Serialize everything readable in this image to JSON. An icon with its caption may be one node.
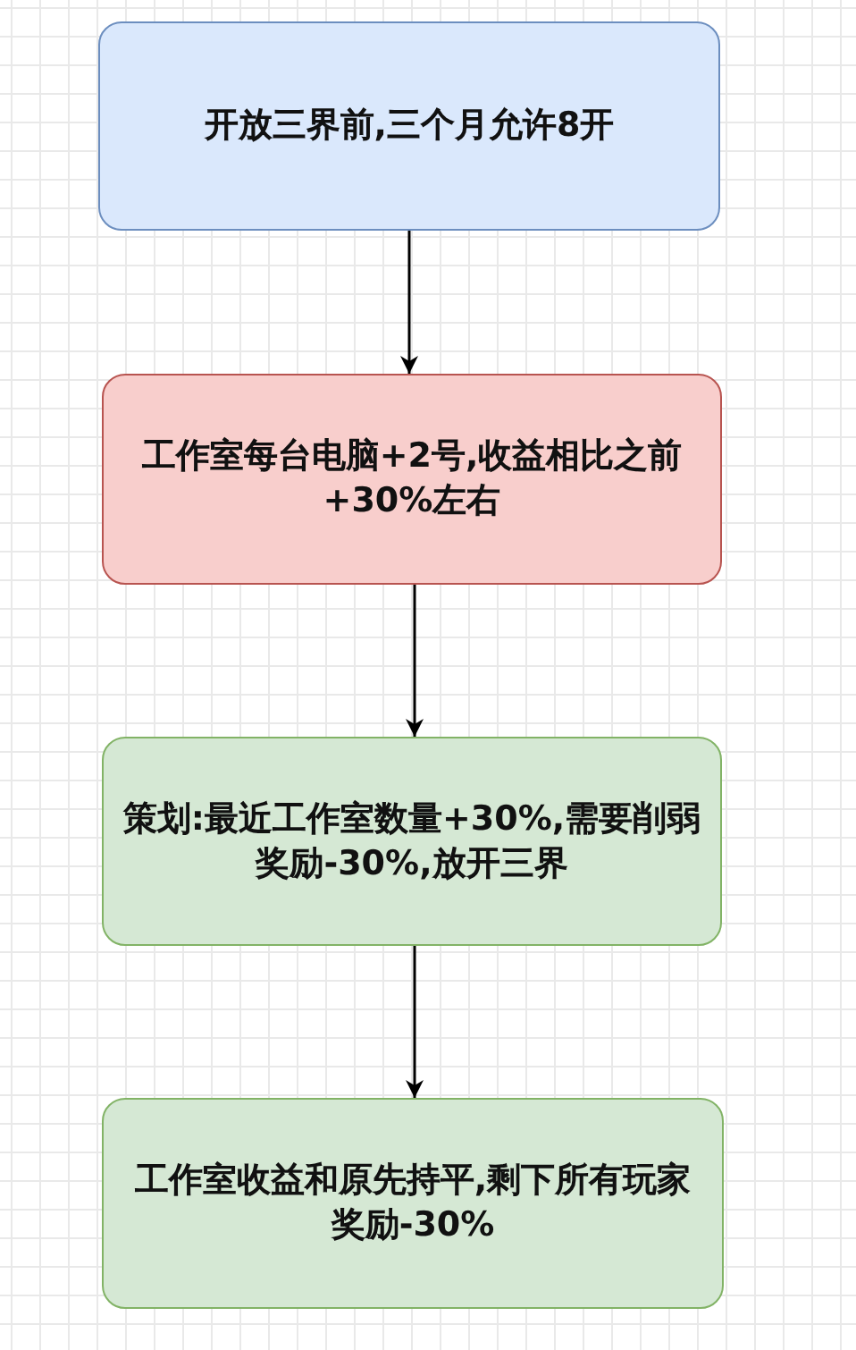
{
  "diagram": {
    "nodes": [
      {
        "text": [
          "开放三界前,三个月允许8开"
        ]
      },
      {
        "text": [
          "工作室每台电脑+2号,收益相比之前+30%左右"
        ]
      },
      {
        "text": [
          "策划:最近工作室数量+30%,需要削弱奖励-30%,放开三界"
        ]
      },
      {
        "text": [
          "工作室收益和原先持平,剩下所有玩家奖励-30%"
        ]
      }
    ],
    "edges": [
      {
        "from": 0,
        "to": 1,
        "arrow": "to"
      },
      {
        "from": 1,
        "to": 2,
        "arrow": "to"
      },
      {
        "from": 2,
        "to": 3,
        "arrow": "to"
      }
    ]
  }
}
